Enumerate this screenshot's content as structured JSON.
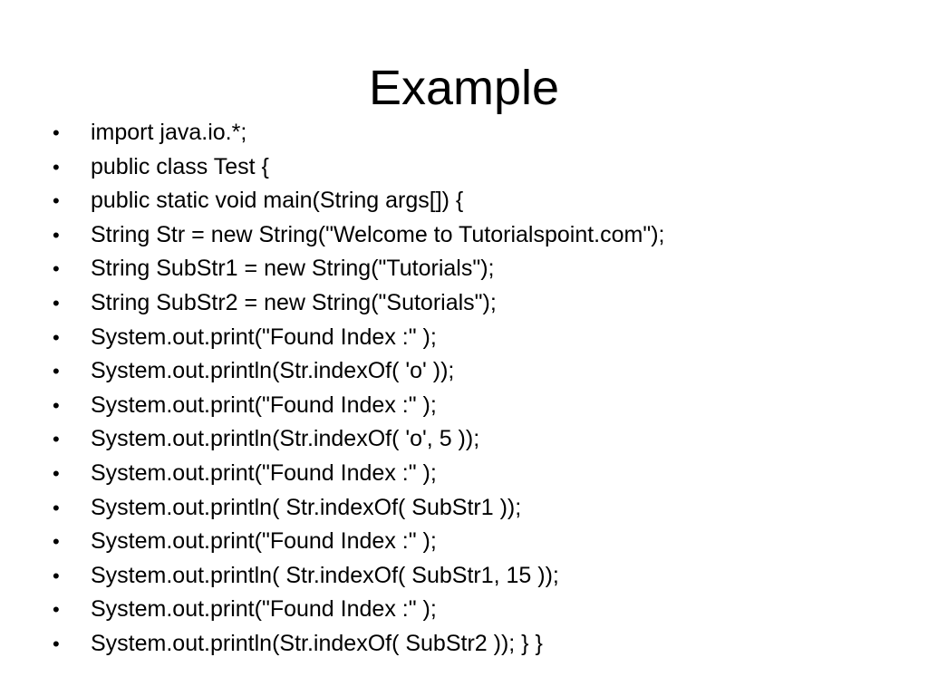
{
  "slide": {
    "title": "Example",
    "bullet_symbol": "•",
    "items": [
      "import java.io.*;",
      "public class Test {",
      "public static void main(String args[]) {",
      "String Str = new String(\"Welcome to Tutorialspoint.com\");",
      "String SubStr1 = new String(\"Tutorials\");",
      "String SubStr2 = new String(\"Sutorials\");",
      "System.out.print(\"Found Index :\" );",
      "System.out.println(Str.indexOf( 'o' ));",
      "System.out.print(\"Found Index :\" );",
      "System.out.println(Str.indexOf( 'o', 5 ));",
      "System.out.print(\"Found Index :\" );",
      "System.out.println( Str.indexOf( SubStr1 ));",
      "System.out.print(\"Found Index :\" );",
      "System.out.println( Str.indexOf( SubStr1, 15 ));",
      "System.out.print(\"Found Index :\" );",
      "System.out.println(Str.indexOf( SubStr2 )); } }"
    ]
  }
}
